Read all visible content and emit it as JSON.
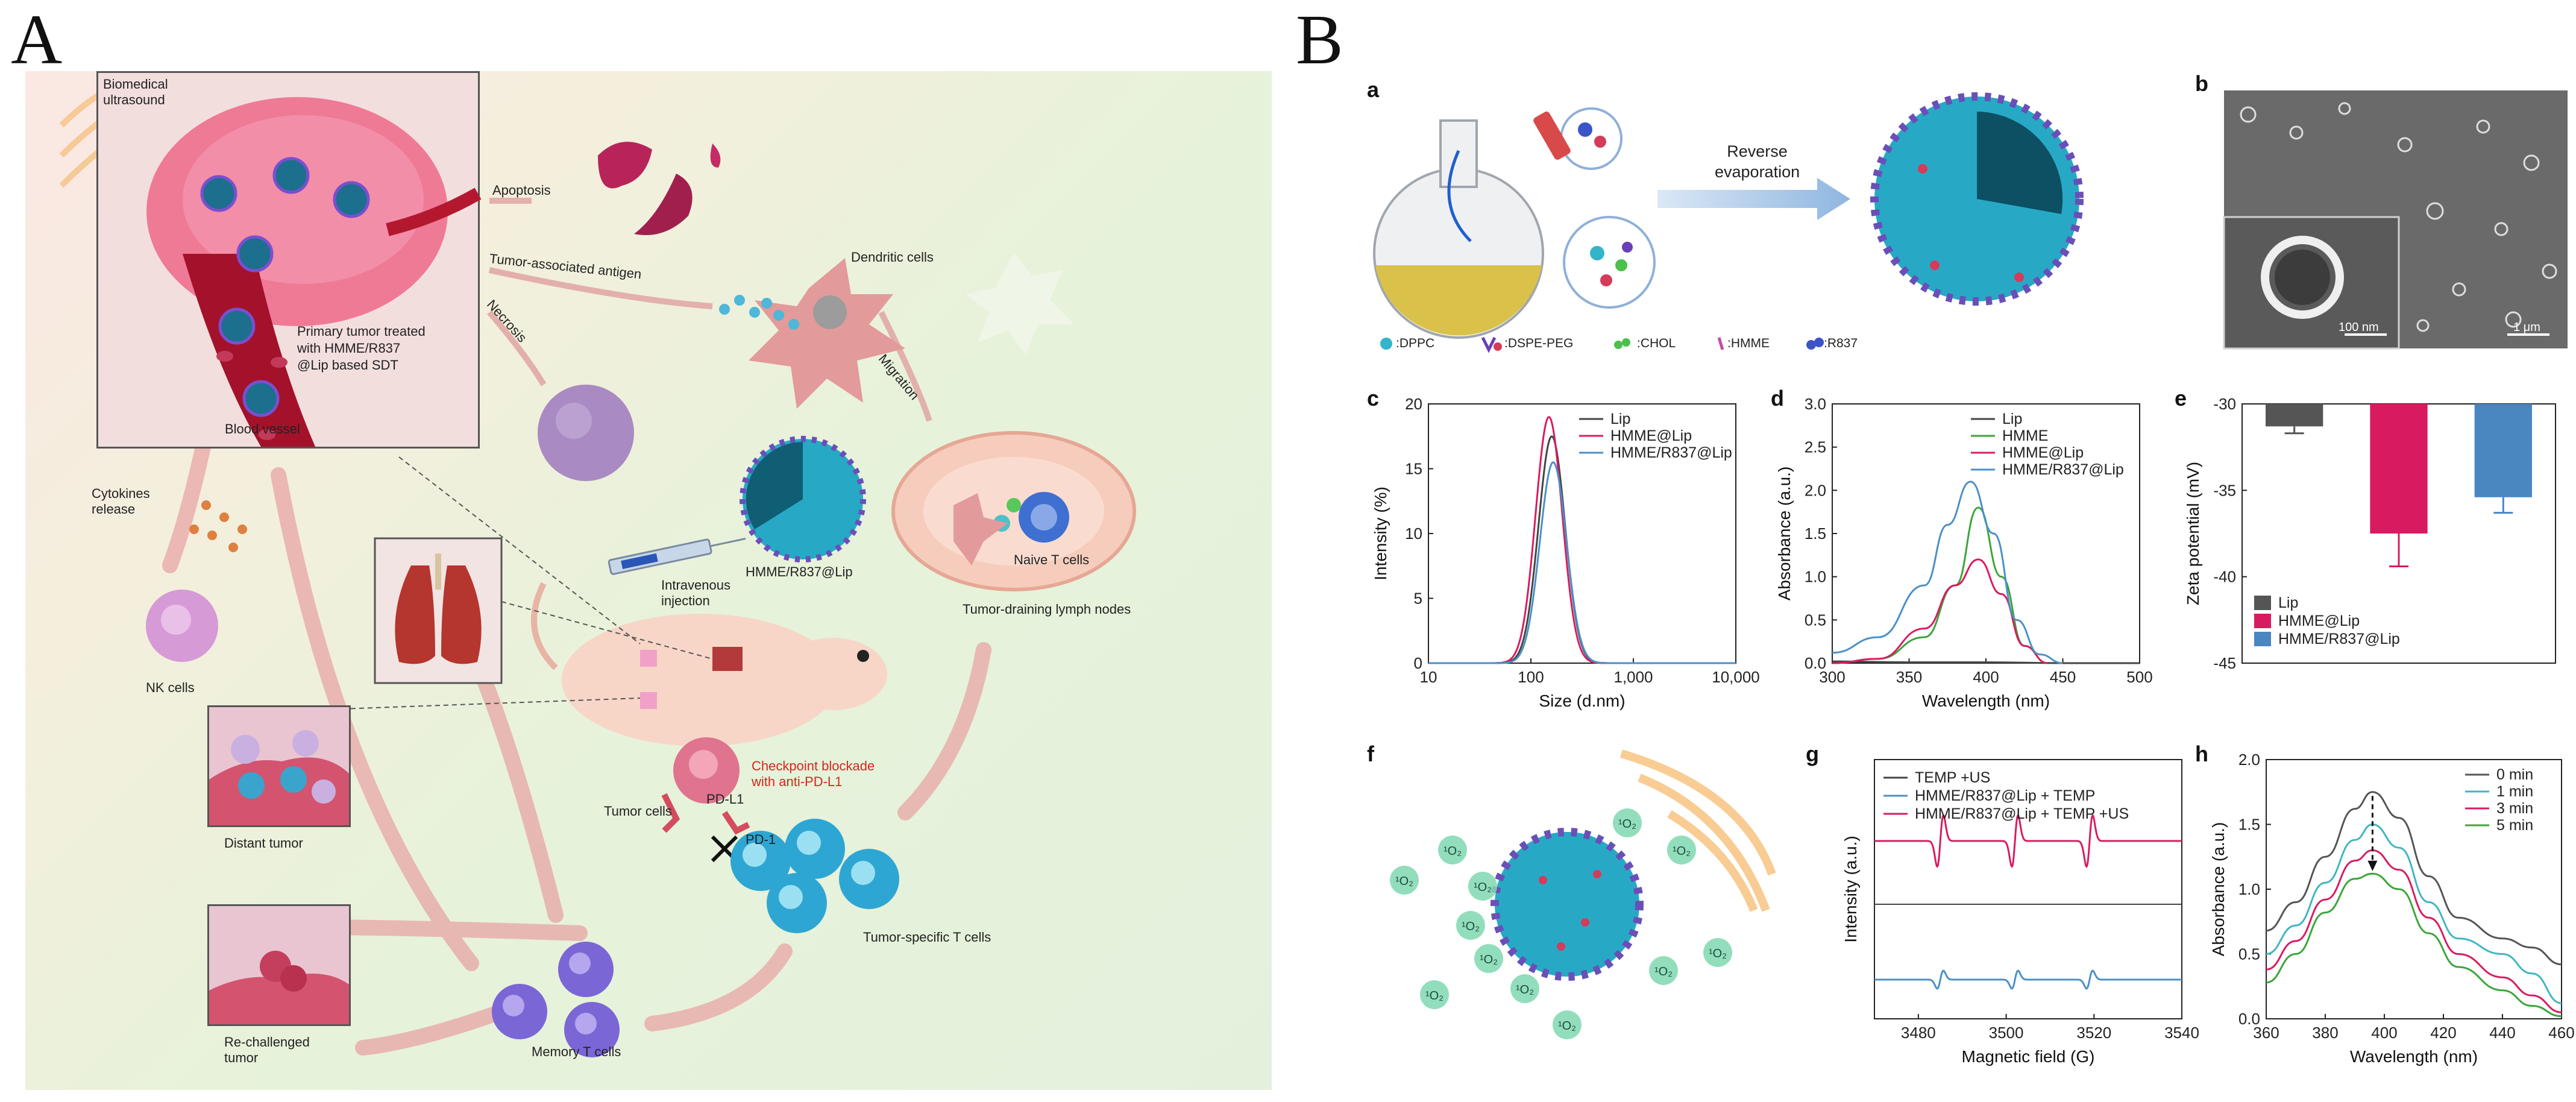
{
  "panel_letters": {
    "A": "A",
    "B": "B"
  },
  "panelA": {
    "biomedical_ultrasound": "Biomedical\nultrasound",
    "primary_tumor": "Primary tumor treated\nwith HMME/R837\n@Lip based SDT",
    "blood_vessel": "Blood vessel",
    "apoptosis": "Apoptosis",
    "tumor_antigen": "Tumor-associated antigen",
    "dendritic_cells": "Dendritic cells",
    "necrosis": "Necrosis",
    "migration": "Migration",
    "naive_t_cells": "Naive T cells",
    "lymph_nodes": "Tumor-draining lymph nodes",
    "hmme_lip": "HMME/R837@Lip",
    "iv_injection": "Intravenous\ninjection",
    "cytokines": "Cytokines\nrelease",
    "nk_cells": "NK cells",
    "tumor_cells": "Tumor cells",
    "pd_l1": "PD-L1",
    "pd_1": "PD-1",
    "checkpoint": "Checkpoint blockade\nwith anti-PD-L1",
    "tumor_specific_t": "Tumor-specific T cells",
    "distant_tumor": "Distant tumor",
    "rechallenged": "Re-challenged\ntumor",
    "memory_t": "Memory T cells"
  },
  "panelB": {
    "sub_labels": {
      "a": "a",
      "b": "b",
      "c": "c",
      "d": "d",
      "e": "e",
      "f": "f",
      "g": "g",
      "h": "h"
    },
    "a": {
      "arrow_text": "Reverse\nevaporation",
      "legend": [
        ":DPPC",
        ":DSPE-PEG",
        ":CHOL",
        ":HMME",
        ":R837"
      ]
    },
    "b": {
      "scale1": "100 nm",
      "scale2": "1 μm"
    },
    "f": {
      "singlet_oxygen": "¹O₂"
    }
  },
  "chart_data": [
    {
      "id": "c",
      "type": "line",
      "xlabel": "Size (d.nm)",
      "ylabel": "Intensity (%)",
      "x_scale": "log",
      "xlim": [
        10,
        10000
      ],
      "ylim": [
        0,
        20
      ],
      "x_ticks": [
        10,
        100,
        1000,
        10000
      ],
      "x_tick_labels": [
        "10",
        "100",
        "1,000",
        "10,000"
      ],
      "y_ticks": [
        0,
        5,
        10,
        15,
        20
      ],
      "legend_position": "top-right",
      "series": [
        {
          "name": "Lip",
          "color": "#444444",
          "peak_x": 160,
          "peak_y": 17.5
        },
        {
          "name": "HMME@Lip",
          "color": "#d81b60",
          "peak_x": 150,
          "peak_y": 19
        },
        {
          "name": "HMME/R837@Lip",
          "color": "#4a90c8",
          "peak_x": 165,
          "peak_y": 15.5
        }
      ]
    },
    {
      "id": "d",
      "type": "line",
      "xlabel": "Wavelength (nm)",
      "ylabel": "Absorbance (a.u.)",
      "xlim": [
        300,
        500
      ],
      "ylim": [
        0,
        3.0
      ],
      "x_ticks": [
        300,
        350,
        400,
        450,
        500
      ],
      "y_ticks": [
        0,
        0.5,
        1.0,
        1.5,
        2.0,
        2.5,
        3.0
      ],
      "legend_position": "top-right",
      "series": [
        {
          "name": "Lip",
          "color": "#444444",
          "x": [
            300,
            350,
            400,
            450,
            500
          ],
          "y": [
            0.02,
            0.01,
            0.01,
            0.0,
            0.0
          ]
        },
        {
          "name": "HMME",
          "color": "#3aa53a",
          "x": [
            300,
            330,
            360,
            380,
            395,
            410,
            425,
            440
          ],
          "y": [
            0.0,
            0.05,
            0.3,
            0.9,
            1.8,
            1.0,
            0.2,
            0.0
          ]
        },
        {
          "name": "HMME@Lip",
          "color": "#d81b60",
          "x": [
            300,
            330,
            360,
            380,
            395,
            410,
            425,
            440
          ],
          "y": [
            0.0,
            0.05,
            0.4,
            0.9,
            1.2,
            0.8,
            0.2,
            0.0
          ]
        },
        {
          "name": "HMME/R837@Lip",
          "color": "#4a90c8",
          "x": [
            300,
            330,
            360,
            375,
            390,
            405,
            420,
            435,
            450
          ],
          "y": [
            0.12,
            0.3,
            0.9,
            1.6,
            2.1,
            1.5,
            0.5,
            0.1,
            0.0
          ]
        }
      ]
    },
    {
      "id": "e",
      "type": "bar",
      "ylabel": "Zeta potential (mV)",
      "ylim": [
        -45,
        -30
      ],
      "y_ticks": [
        -45,
        -40,
        -35,
        -30
      ],
      "legend_position": "bottom-left",
      "categories": [
        "Lip",
        "HMME@Lip",
        "HMME/R837@Lip"
      ],
      "values": [
        -31.3,
        -37.5,
        -35.4
      ],
      "errors": [
        0.4,
        1.9,
        0.9
      ],
      "colors": [
        "#555555",
        "#d81b60",
        "#4a86c0"
      ]
    },
    {
      "id": "g",
      "type": "line",
      "xlabel": "Magnetic field (G)",
      "ylabel": "Intensity (a.u.)",
      "xlim": [
        3470,
        3540
      ],
      "x_ticks": [
        3480,
        3500,
        3520,
        3540
      ],
      "legend_position": "top-left",
      "peaks_x": [
        3485,
        3502,
        3519
      ],
      "series": [
        {
          "name": "TEMP +US",
          "color": "#444444",
          "amplitude": 0
        },
        {
          "name": "HMME/R837@Lip + TEMP",
          "color": "#4a90c8",
          "amplitude": 0.35
        },
        {
          "name": "HMME/R837@Lip + TEMP +US",
          "color": "#d81b60",
          "amplitude": 1.0
        }
      ]
    },
    {
      "id": "h",
      "type": "line",
      "xlabel": "Wavelength (nm)",
      "ylabel": "Absorbance (a.u.)",
      "xlim": [
        360,
        460
      ],
      "ylim": [
        0,
        2.0
      ],
      "x_ticks": [
        360,
        380,
        400,
        420,
        440,
        460
      ],
      "y_ticks": [
        0.0,
        0.5,
        1.0,
        1.5,
        2.0
      ],
      "legend_position": "top-right",
      "series": [
        {
          "name": "0 min",
          "color": "#555555",
          "x": [
            360,
            370,
            380,
            390,
            396,
            405,
            415,
            425,
            440,
            450,
            460
          ],
          "y": [
            0.68,
            0.9,
            1.25,
            1.62,
            1.75,
            1.55,
            1.1,
            0.78,
            0.62,
            0.55,
            0.42
          ]
        },
        {
          "name": "1 min",
          "color": "#3fb6c2",
          "x": [
            360,
            370,
            380,
            390,
            396,
            405,
            415,
            425,
            440,
            450,
            460
          ],
          "y": [
            0.5,
            0.72,
            1.05,
            1.38,
            1.5,
            1.32,
            0.9,
            0.62,
            0.5,
            0.35,
            0.12
          ]
        },
        {
          "name": "3 min",
          "color": "#d81b60",
          "x": [
            360,
            370,
            380,
            390,
            396,
            405,
            415,
            425,
            440,
            450,
            460
          ],
          "y": [
            0.38,
            0.6,
            0.92,
            1.22,
            1.3,
            1.15,
            0.78,
            0.5,
            0.32,
            0.18,
            0.05
          ]
        },
        {
          "name": "5 min",
          "color": "#3aa53a",
          "x": [
            360,
            370,
            380,
            390,
            396,
            405,
            415,
            425,
            440,
            450,
            460
          ],
          "y": [
            0.28,
            0.5,
            0.82,
            1.08,
            1.12,
            1.0,
            0.66,
            0.4,
            0.22,
            0.1,
            0.02
          ]
        }
      ]
    }
  ]
}
